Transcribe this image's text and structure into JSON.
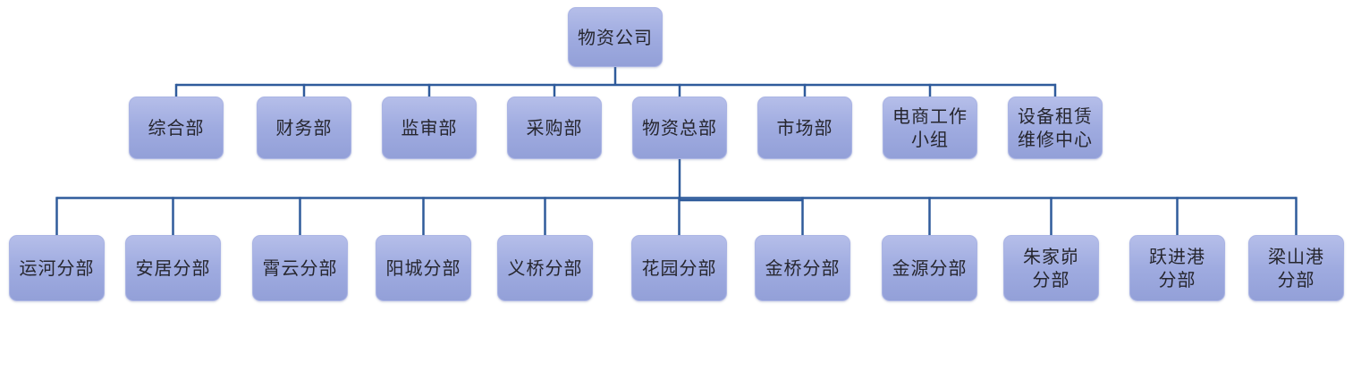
{
  "org": {
    "root": {
      "label": "物资公司"
    },
    "departments": [
      {
        "label": "综合部"
      },
      {
        "label": "财务部"
      },
      {
        "label": "监审部"
      },
      {
        "label": "采购部"
      },
      {
        "label": "物资总部"
      },
      {
        "label": "市场部"
      },
      {
        "label": "电商工作\n小组"
      },
      {
        "label": "设备租赁\n维修中心"
      }
    ],
    "branches": [
      {
        "label": "运河分部"
      },
      {
        "label": "安居分部"
      },
      {
        "label": "霄云分部"
      },
      {
        "label": "阳城分部"
      },
      {
        "label": "义桥分部"
      },
      {
        "label": "花园分部"
      },
      {
        "label": "金桥分部"
      },
      {
        "label": "金源分部"
      },
      {
        "label": "朱家峁\n分部"
      },
      {
        "label": "跃进港\n分部"
      },
      {
        "label": "梁山港\n分部"
      }
    ]
  },
  "colors": {
    "connector": "#2f5b9b",
    "box_fill_top": "#b5bee9",
    "box_fill_mid": "#9fabe0",
    "box_fill_bottom": "#93a0d8",
    "box_border": "#aab4e4",
    "text": "#26262e"
  }
}
